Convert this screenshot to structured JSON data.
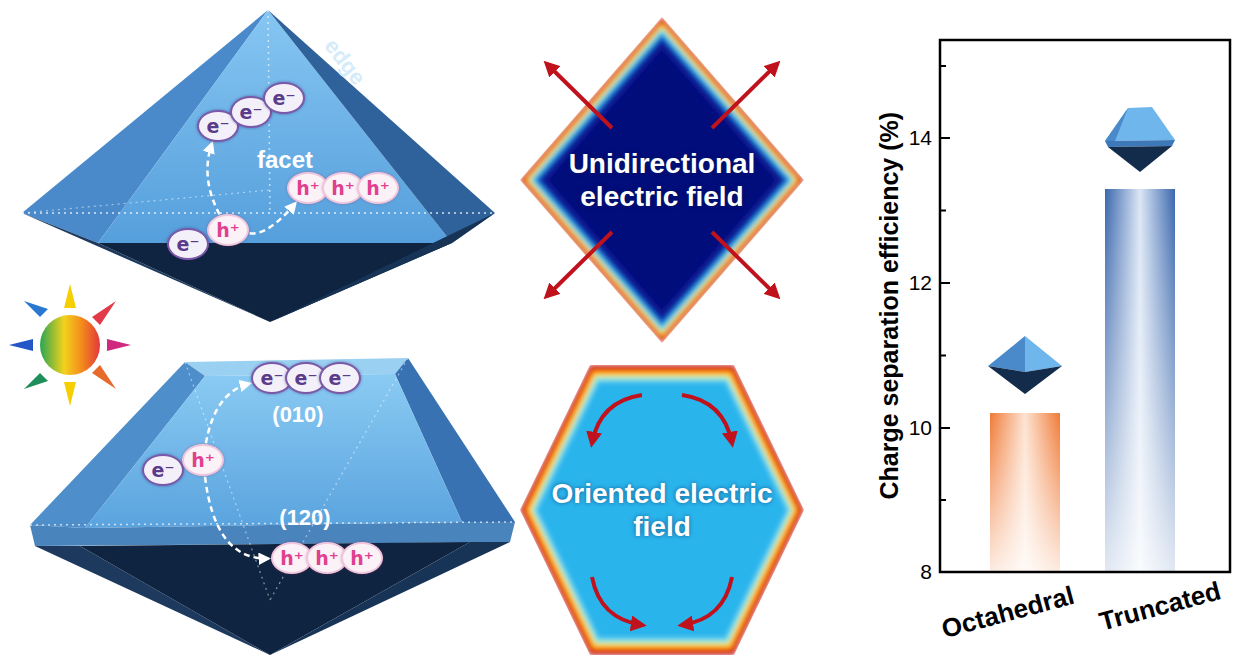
{
  "diagram": {
    "nodes": [
      {
        "text": [
          "e⁻"
        ]
      },
      {
        "text": [
          "h⁺"
        ]
      },
      {
        "text": [
          "e⁻"
        ]
      },
      {
        "text": [
          "e⁻"
        ]
      },
      {
        "text": [
          "e⁻"
        ]
      },
      {
        "text": [
          "h⁺"
        ]
      },
      {
        "text": [
          "h⁺"
        ]
      },
      {
        "text": [
          "h⁺"
        ]
      },
      {
        "text": [
          "Unidirectional electric field"
        ]
      },
      {
        "text": [
          "e⁻"
        ]
      },
      {
        "text": [
          "h⁺"
        ]
      },
      {
        "text": [
          "e⁻"
        ]
      },
      {
        "text": [
          "e⁻"
        ]
      },
      {
        "text": [
          "e⁻"
        ]
      },
      {
        "text": [
          "h⁺"
        ]
      },
      {
        "text": [
          "h⁺"
        ]
      },
      {
        "text": [
          "h⁺"
        ]
      },
      {
        "text": [
          "Oriented electric field"
        ]
      }
    ],
    "edges": [
      {
        "from": 1,
        "to": 2,
        "arrow": "to"
      },
      {
        "from": 1,
        "to": 5,
        "arrow": "to"
      },
      {
        "from": 10,
        "to": 11,
        "arrow": "to"
      },
      {
        "from": 10,
        "to": 14,
        "arrow": "to"
      }
    ],
    "labels": [
      "facet",
      "edge",
      "(010)",
      "(120)",
      "Charge separation efficiency (%)",
      "14",
      "12",
      "10",
      "8",
      "Octahedral",
      "Truncated"
    ]
  }
}
